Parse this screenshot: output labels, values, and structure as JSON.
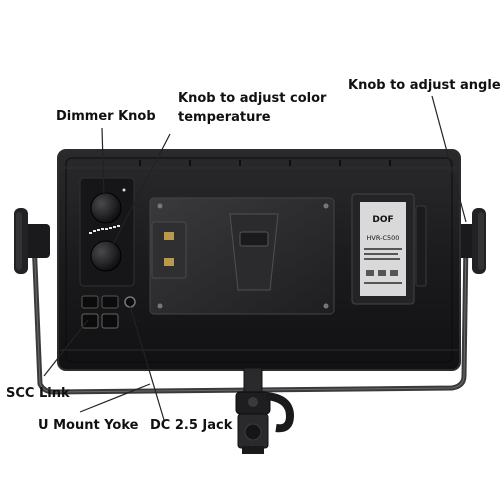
{
  "annotations": {
    "dimmer_knob": "Dimmer Knob",
    "color_temp_knob_line1": "Knob to adjust color",
    "color_temp_knob_line2": "temperature",
    "angle_knob": "Knob to adjust angle",
    "scc_link": "SCC Link",
    "u_mount_yoke": "U Mount Yoke",
    "dc_jack": "DC 2.5 Jack"
  },
  "device": {
    "brand_logo": "DOF",
    "model": "HVR-C500"
  },
  "colors": {
    "panel": "#1b1b1d",
    "panel_edge": "#2c2c2f",
    "yoke": "#3a3a3d",
    "plate": "#2a2a2c",
    "leader_line": "#222222",
    "background": "#ffffff"
  }
}
